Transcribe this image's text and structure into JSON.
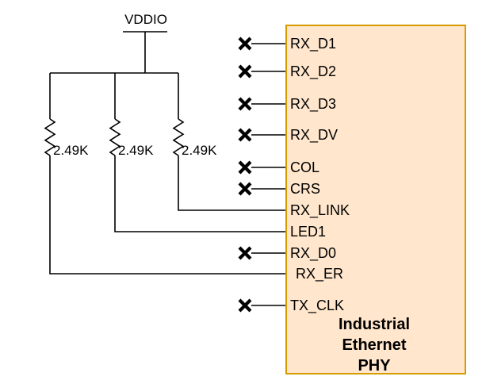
{
  "power_rail": {
    "label": "VDDIO"
  },
  "resistors": [
    {
      "value": "2.49K"
    },
    {
      "value": "2.49K"
    },
    {
      "value": "2.49K"
    }
  ],
  "phy_block": {
    "title_line1": "Industrial",
    "title_line2": "Ethernet",
    "title_line3": "PHY",
    "colors": {
      "fill": "#FFE6CC",
      "border": "#D79B00",
      "wire": "#000000"
    },
    "pins": [
      {
        "label": "RX_D1",
        "no_connect": true
      },
      {
        "label": "RX_D2",
        "no_connect": true
      },
      {
        "label": "RX_D3",
        "no_connect": true
      },
      {
        "label": "RX_DV",
        "no_connect": true
      },
      {
        "label": "COL",
        "no_connect": true
      },
      {
        "label": "CRS",
        "no_connect": true
      },
      {
        "label": "RX_LINK",
        "no_connect": false
      },
      {
        "label": "LED1",
        "no_connect": false
      },
      {
        "label": "RX_D0",
        "no_connect": true
      },
      {
        "label": "RX_ER",
        "no_connect": false
      },
      {
        "label": "TX_CLK",
        "no_connect": true
      }
    ]
  }
}
